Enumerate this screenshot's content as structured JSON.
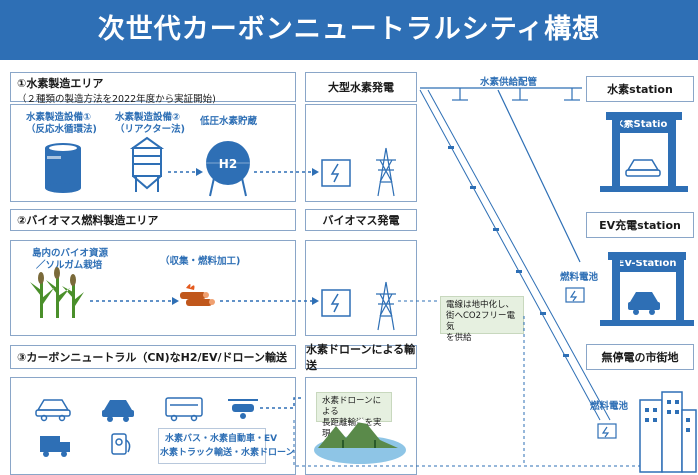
{
  "title": "次世代カーボンニュートラルシティ構想",
  "section1": {
    "heading": "①水素製造エリア",
    "subheading": "（２種類の製造方法を2022年度から実証開始)",
    "item1_line1": "水素製造設備①",
    "item1_line2": "（反応水循環法)",
    "item2_line1": "水素製造設備②",
    "item2_line2": "（リアクター法)",
    "item3": "低圧水素貯蔵",
    "h2_label": "H2"
  },
  "section2": {
    "heading": "②バイオマス燃料製造エリア",
    "resource_line1": "島内のバイオ資源",
    "resource_line2": "／ソルガム栽培",
    "process": "（収集・燃料加工)"
  },
  "section3": {
    "heading": "③カーボンニュートラル（CN)なH2/EV/ドローン輸送",
    "vehicles_line1": "水素バス・水素自動車・EV",
    "vehicles_line2": "水素トラック輸送・水素ドローン"
  },
  "power": {
    "hydrogen_plant": "大型水素発電",
    "biomass_plant": "バイオマス発電",
    "drone_transport": "水素ドローンによる輸送",
    "drone_note_line1": "水素ドローンによる",
    "drone_note_line2": "長距離輸送を実現",
    "grid_note_line1": "電線は地中化し、",
    "grid_note_line2": "街へCO2フリー電気",
    "grid_note_line3": "を供給"
  },
  "distribution": {
    "pipeline_label": "水素供給配管",
    "fuel_cell_1": "燃料電池",
    "fuel_cell_2": "燃料電池"
  },
  "stations": {
    "hydrogen_station": "水素station",
    "hydrogen_sign": "水素Station",
    "ev_station": "EV充電station",
    "ev_sign": "EV-Station",
    "blackout_city": "無停電の市街地"
  },
  "colors": {
    "banner": "#2e6fb5",
    "accent_blue": "#2e6fb5",
    "green_note": "#e6f0e0",
    "border": "#8aa6c8"
  }
}
